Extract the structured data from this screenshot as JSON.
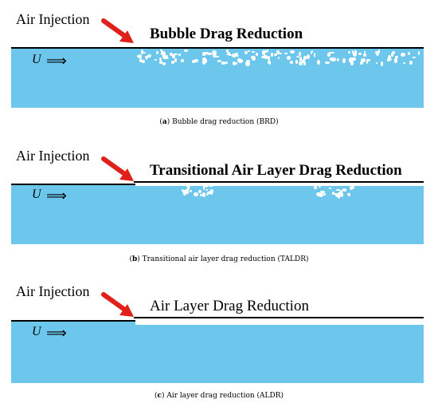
{
  "panels": [
    {
      "air_label": "Air Injection",
      "title": "Bubble Drag Reduction",
      "flow_label": "U",
      "caption_letter": "a",
      "caption_text": "Bubble drag reduction (BRD)"
    },
    {
      "air_label": "Air Injection",
      "title": "Transitional Air Layer Drag Reduction",
      "flow_label": "U",
      "caption_letter": "b",
      "caption_text": "Transitional air layer drag reduction (TALDR)"
    },
    {
      "air_label": "Air Injection",
      "title": "Air Layer Drag Reduction",
      "flow_label": "U",
      "caption_letter": "c",
      "caption_text": "Air layer drag reduction (ALDR)"
    }
  ],
  "colors": {
    "water": "#6dc7ec",
    "arrow": "#e0201a",
    "air": "#ffffff",
    "wall": "#000000"
  },
  "icons": {
    "flow_arrow": "double-right-arrow",
    "injection_arrow": "red-arrow"
  }
}
